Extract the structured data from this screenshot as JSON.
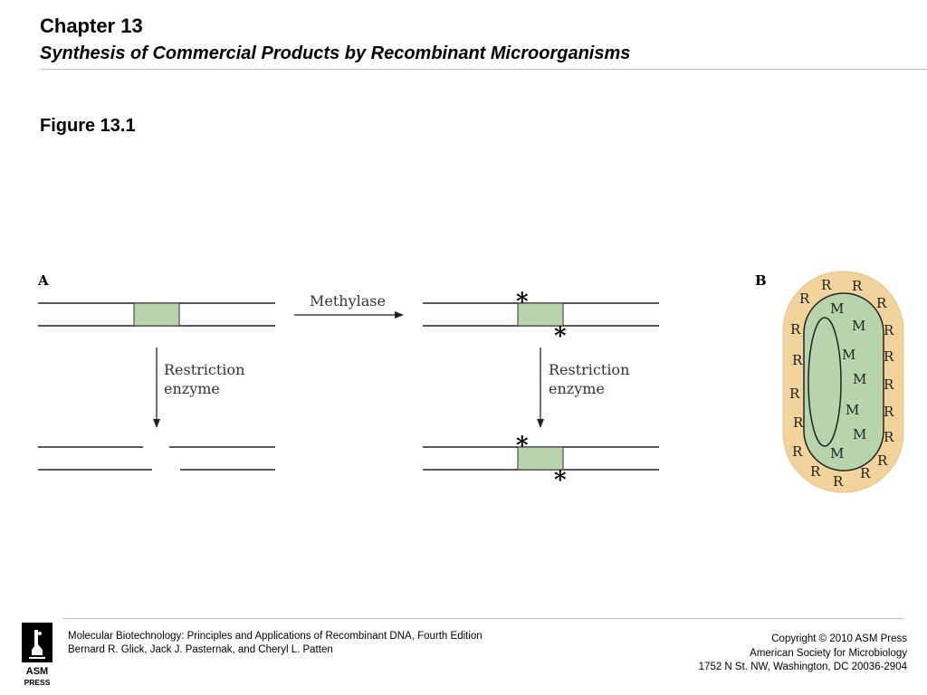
{
  "header": {
    "chapter": "Chapter 13",
    "subtitle": "Synthesis of Commercial Products by Recombinant Microorganisms"
  },
  "figure": {
    "label": "Figure 13.1",
    "panel_a": {
      "letter": "A",
      "methylase": "Methylase",
      "restriction_line1": "Restriction",
      "restriction_line2": "enzyme",
      "asterisk": "*"
    },
    "panel_b": {
      "letter": "B",
      "r": "R",
      "m": "M"
    }
  },
  "colors": {
    "site_fill": "#b8d4ac",
    "cell_inner": "#b8d4ac",
    "cell_outer": "#f2d39c",
    "rule": "#c9b6e8"
  },
  "footer": {
    "logo_text_1": "ASM",
    "logo_text_2": "PRESS",
    "book_title": "Molecular Biotechnology: Principles and Applications of Recombinant DNA, Fourth Edition",
    "authors": "Bernard R. Glick, Jack J. Pasternak, and Cheryl L. Patten",
    "copyright": "Copyright © 2010 ASM Press",
    "publisher": "American Society for Microbiology",
    "address": "1752 N St. NW, Washington, DC 20036-2904"
  }
}
